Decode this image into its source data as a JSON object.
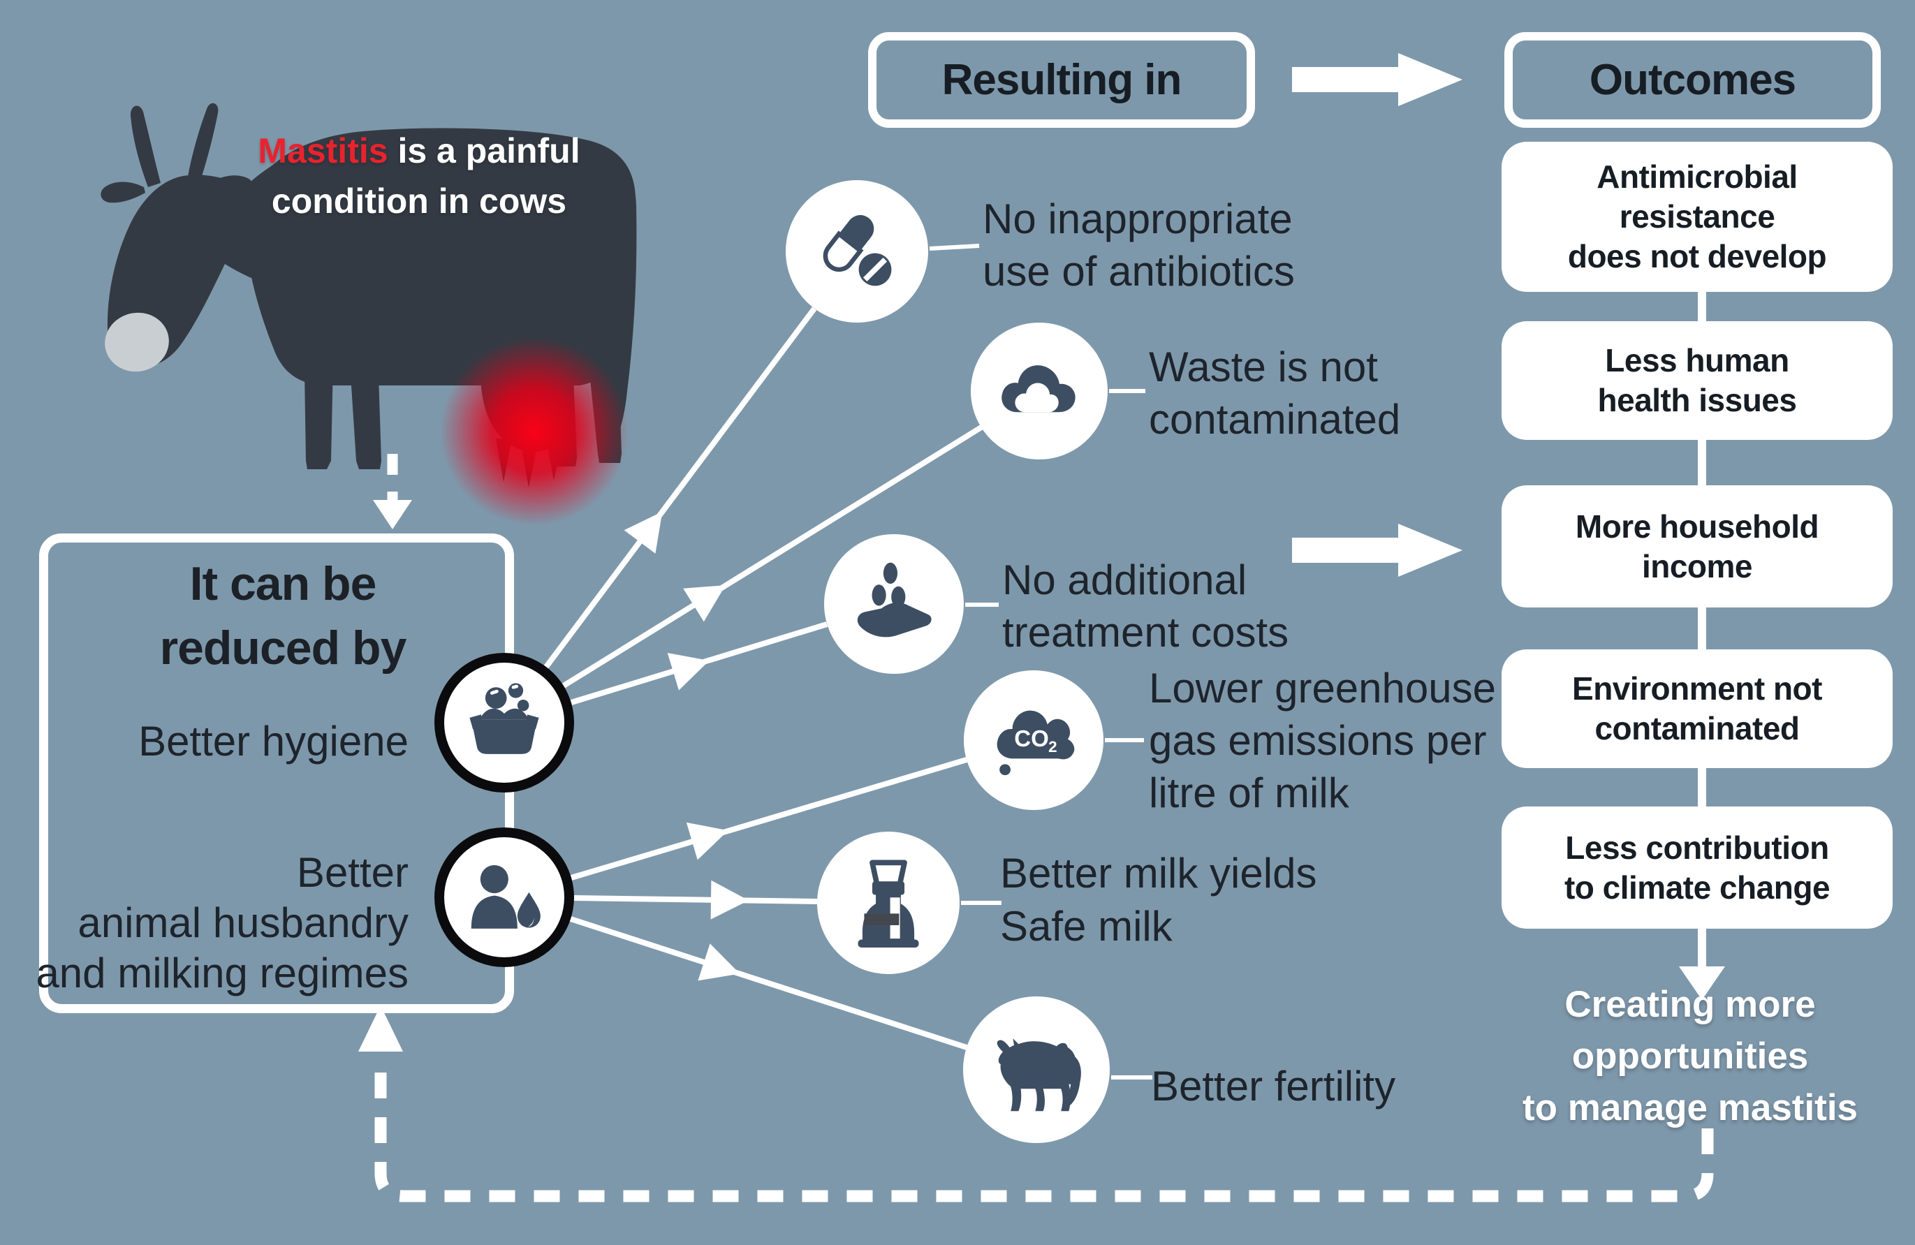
{
  "colors": {
    "background": "#7e98ab",
    "icon_navy": "#3d4e63",
    "cow_dark": "#343a43",
    "accent_red": "#e8232e",
    "glow_red": "#e30018",
    "text_dark": "#1e242c",
    "white": "#ffffff"
  },
  "cow_banner": {
    "highlight": "Mastitis",
    "line1_rest": " is a painful",
    "line2": "condition in cows"
  },
  "flow": {
    "resulting_in": "Resulting in",
    "outcomes": "Outcomes"
  },
  "reduced": {
    "title1": "It can be",
    "title2": "reduced by",
    "hygiene": "Better hygiene",
    "husbandry1": "Better",
    "husbandry2": "animal husbandry",
    "husbandry3": "and milking regimes"
  },
  "results": {
    "antibiotics1": "No inappropriate",
    "antibiotics2": "use of antibiotics",
    "waste1": "Waste is not",
    "waste2": "contaminated",
    "costs1": "No additional",
    "costs2": "treatment costs",
    "ghg1": "Lower greenhouse",
    "ghg2": "gas emissions per",
    "ghg3": "litre of milk",
    "milk_yields": "Better milk yields",
    "safe_milk": "Safe milk",
    "fertility": "Better fertility",
    "co2_label": "CO₂"
  },
  "outcomes": {
    "box1a": "Antimicrobial",
    "box1b": "resistance",
    "box1c": "does not develop",
    "box2a": "Less human",
    "box2b": "health issues",
    "box3a": "More household",
    "box3b": "income",
    "box4a": "Environment not",
    "box4b": "contaminated",
    "box5a": "Less contribution",
    "box5b": "to climate change",
    "footer1": "Creating more",
    "footer2": "opportunities",
    "footer3": "to manage mastitis"
  }
}
